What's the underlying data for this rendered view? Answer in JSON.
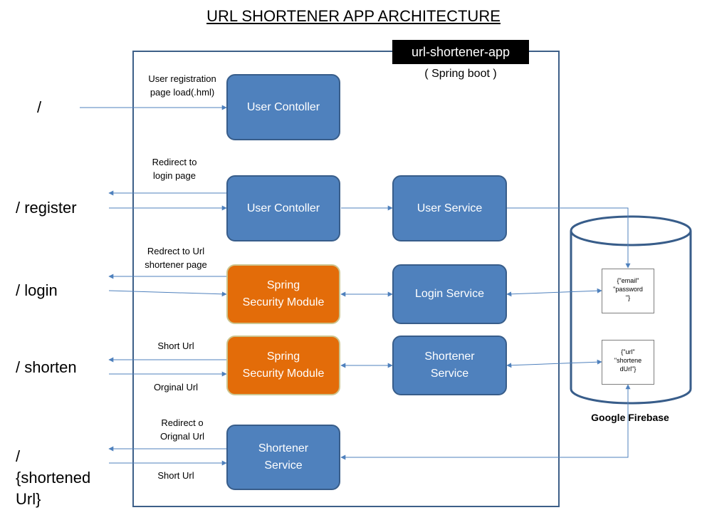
{
  "title": "URL SHORTENER APP ARCHITECTURE",
  "app": {
    "name": "url-shortener-app",
    "framework": "( Spring boot )"
  },
  "routes": {
    "root": "/",
    "register": "/ register",
    "login": "/ login",
    "shorten": "/ shorten",
    "shortened": "/\n{shortened\nUrl}"
  },
  "boxes": {
    "user_controller_1": "User Contoller",
    "user_controller_2": "User Contoller",
    "user_service": "User Service",
    "spring_security_1": "Spring\nSecurity Module",
    "login_service": "Login Service",
    "spring_security_2": "Spring\nSecurity Module",
    "shortener_service_1": "Shortener\nService",
    "shortener_service_2": "Shortener\nService"
  },
  "notes": {
    "registration_page": "User registration\npage load(.hml)",
    "redirect_login": "Redirect to\nlogin page",
    "redirect_url_shortener": "Redrect to Url\nshortener page",
    "short_url_out": "Short Url",
    "original_url_in": "Orginal Url",
    "redirect_original": "Redirect o\nOrignal Url",
    "short_url_in": "Short Url"
  },
  "database": {
    "name": "Google Firebase",
    "doc_user": "{\"email\"\n\"password\n\"}",
    "doc_url": "{\"url\"\n\"shortene\ndUrl\"}"
  },
  "colors": {
    "service_box": "#4f81bd",
    "security_box": "#e36c09",
    "arrow": "#4f81bd",
    "frame": "#3d5f88"
  }
}
